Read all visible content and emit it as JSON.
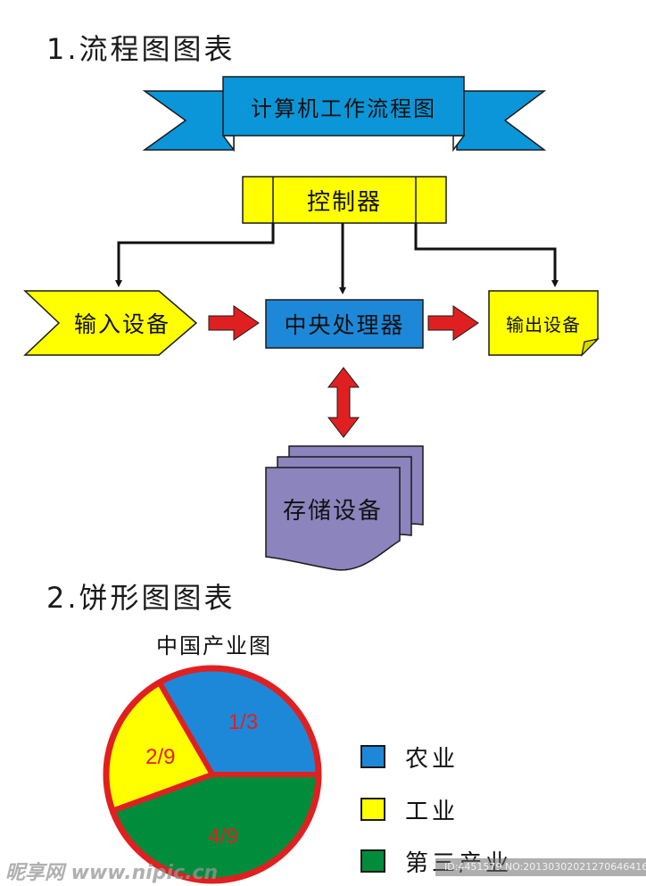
{
  "section1": {
    "heading": "1.流程图图表"
  },
  "flowchart": {
    "banner_title": "计算机工作流程图",
    "controller": "控制器",
    "input": "输入设备",
    "cpu": "中央处理器",
    "output": "输出设备",
    "storage": "存储设备"
  },
  "section2": {
    "heading": "2.饼形图图表"
  },
  "chart_data": {
    "type": "pie",
    "title": "中国产业图",
    "slices": [
      {
        "name": "农业",
        "value": 0.3333,
        "label": "1/3",
        "color": "#1e88d8"
      },
      {
        "name": "工业",
        "value": 0.2222,
        "label": "2/9",
        "color": "#ffff00"
      },
      {
        "name": "第三产业",
        "value": 0.4444,
        "label": "4/9",
        "color": "#008c3a"
      }
    ],
    "legend": [
      "农业",
      "工业",
      "第三产业"
    ],
    "legend_placement": "right",
    "outline_color": "#e02020"
  },
  "watermark": {
    "left": "昵享网 www.nipic.cn",
    "right": "ID:4451579 NO:20130302021270646416"
  },
  "colors": {
    "banner_blue": "#0a96d8",
    "box_yellow": "#ffff00",
    "cpu_blue": "#1e88d8",
    "storage_purple": "#8b84bd",
    "arrow_red": "#e02020",
    "arrow_black": "#111111"
  }
}
